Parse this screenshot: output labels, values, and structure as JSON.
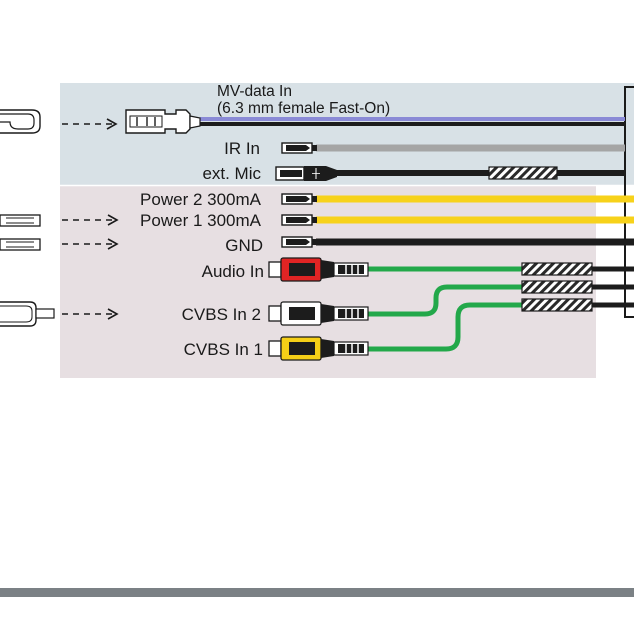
{
  "colors": {
    "panel_blue": "#d8e1e6",
    "panel_pink": "#e7dfe2",
    "wire_black": "#1c1c1c",
    "wire_gray": "#a5a5a5",
    "wire_yellow": "#f7d21a",
    "wire_green": "#23a84a",
    "wire_purple": "#8a8ad6",
    "plug_red": "#e02424",
    "plug_white": "#ffffff",
    "plug_yellow": "#f5cf17",
    "footer_bar": "#7b8185"
  },
  "labels": {
    "mv_data_line1": "MV-data In",
    "mv_data_line2": "(6.3 mm female Fast-On)",
    "ir_in": "IR In",
    "ext_mic": "ext. Mic",
    "power2": "Power 2 300mA",
    "power1": "Power 1 300mA",
    "gnd": "GND",
    "audio_in": "Audio In",
    "cvbs_in2": "CVBS In 2",
    "cvbs_in1": "CVBS In 1"
  }
}
